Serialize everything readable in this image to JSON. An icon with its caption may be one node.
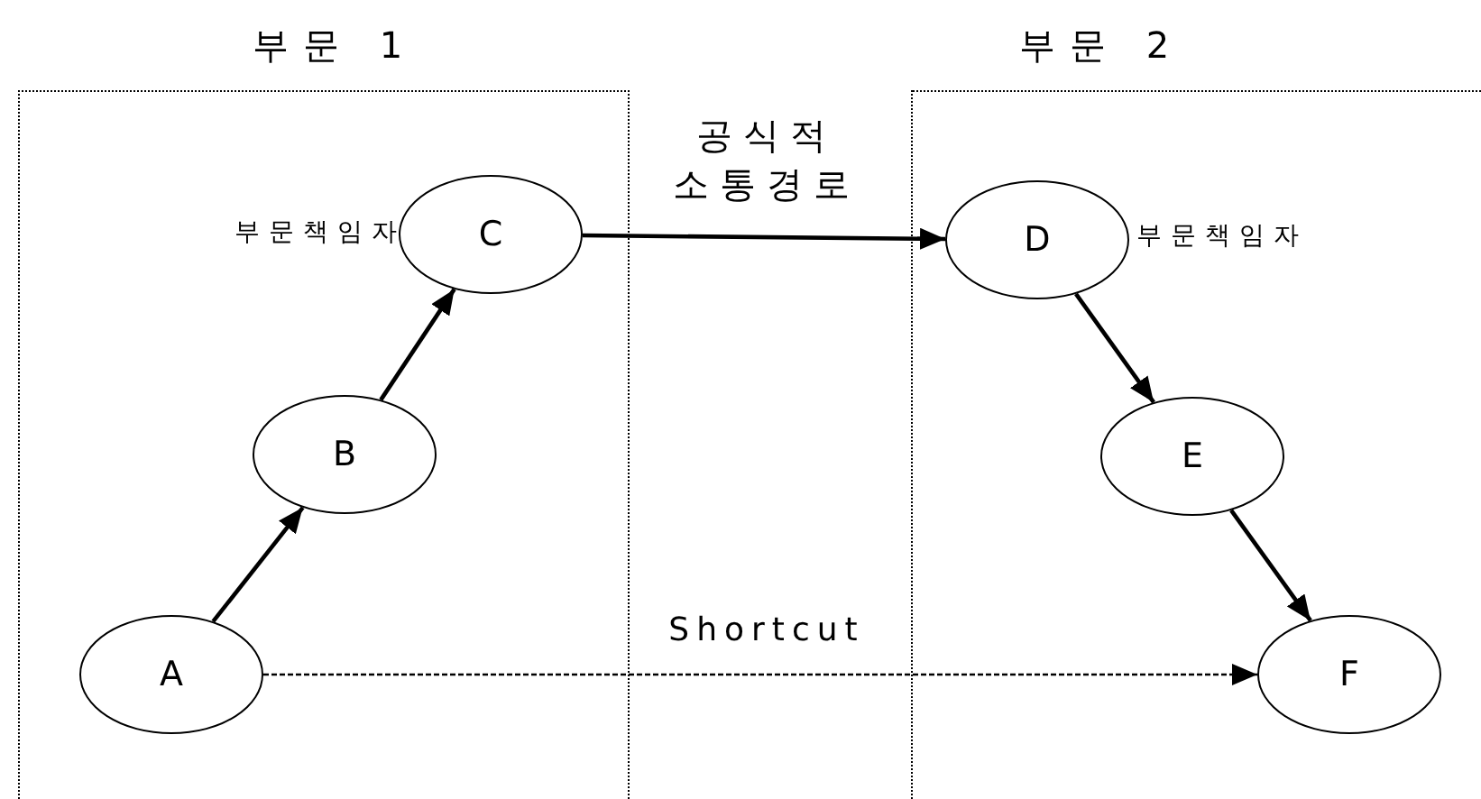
{
  "diagram": {
    "nodes": [
      {
        "text": [
          "부문 1"
        ]
      },
      {
        "text": [
          "C"
        ],
        "in": 0,
        "beside": [
          "부문책임자"
        ]
      },
      {
        "text": [
          "B"
        ],
        "in": 0
      },
      {
        "text": [
          "A"
        ],
        "in": 0
      },
      {
        "text": [
          "부문 2"
        ]
      },
      {
        "text": [
          "D"
        ],
        "in": 4,
        "beside": [
          "부문책임자"
        ]
      },
      {
        "text": [
          "E"
        ],
        "in": 4
      },
      {
        "text": [
          "F"
        ],
        "in": 4
      }
    ],
    "edges": [
      {
        "from": 3,
        "to": 2,
        "arrow": "to"
      },
      {
        "from": 2,
        "to": 1,
        "arrow": "to"
      },
      {
        "from": 1,
        "to": 5,
        "arrow": "to",
        "label": "공식적 소통경로"
      },
      {
        "from": 5,
        "to": 6,
        "arrow": "to"
      },
      {
        "from": 6,
        "to": 7,
        "arrow": "to"
      },
      {
        "from": 3,
        "to": 7,
        "arrow": "to",
        "label": "Shortcut",
        "style": "dashed"
      }
    ]
  }
}
